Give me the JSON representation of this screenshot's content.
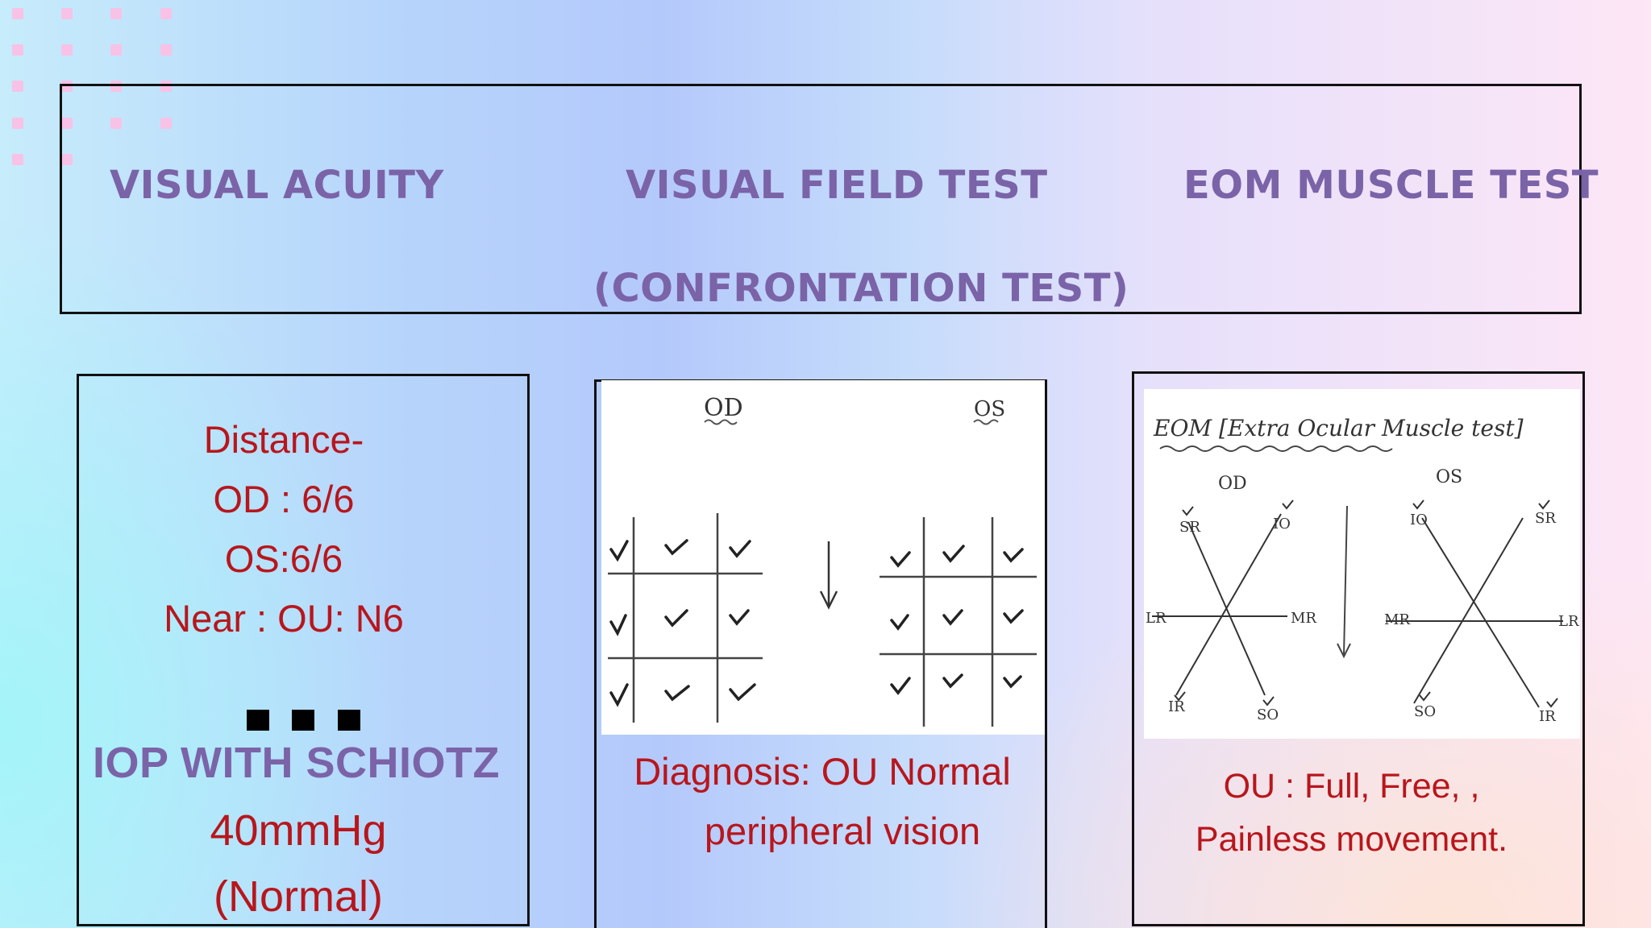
{
  "headers": {
    "visual_acuity": "VISUAL ACUITY",
    "visual_field": "VISUAL FIELD TEST",
    "visual_field_sub": "(CONFRONTATION TEST)",
    "eom": "EOM MUSCLE TEST"
  },
  "acuity": {
    "line1": "Distance-",
    "line2": "OD : 6/6",
    "line3": "OS:6/6",
    "line4": "Near : OU: N6",
    "iop_title": "IOP WITH SCHIOTZ",
    "iop_value": "40mmHg",
    "iop_note": "(Normal)"
  },
  "field": {
    "diagnosis_line1": "Diagnosis: OU Normal",
    "diagnosis_line2": "peripheral vision",
    "sketch": {
      "od_label": "OD",
      "os_label": "OS"
    }
  },
  "eom": {
    "result_line1": "OU : Full, Free, ,",
    "result_line2": "Painless movement.",
    "sketch": {
      "title": "EOM [Extra Ocular Muscle test]",
      "od_label": "OD",
      "os_label": "OS",
      "od_muscles": [
        "SR",
        "IO",
        "LR",
        "MR",
        "IR",
        "SO"
      ],
      "os_muscles": [
        "IO",
        "SR",
        "MR",
        "LR",
        "SO",
        "IR"
      ]
    }
  },
  "colors": {
    "header_purple": "#7b63a8",
    "result_red": "#b8161c",
    "decor_pink": "#f7c2e6"
  },
  "icons": [
    "decorative-dot-grid",
    "bullet-squares",
    "check-mark-icon",
    "down-arrow-icon"
  ]
}
